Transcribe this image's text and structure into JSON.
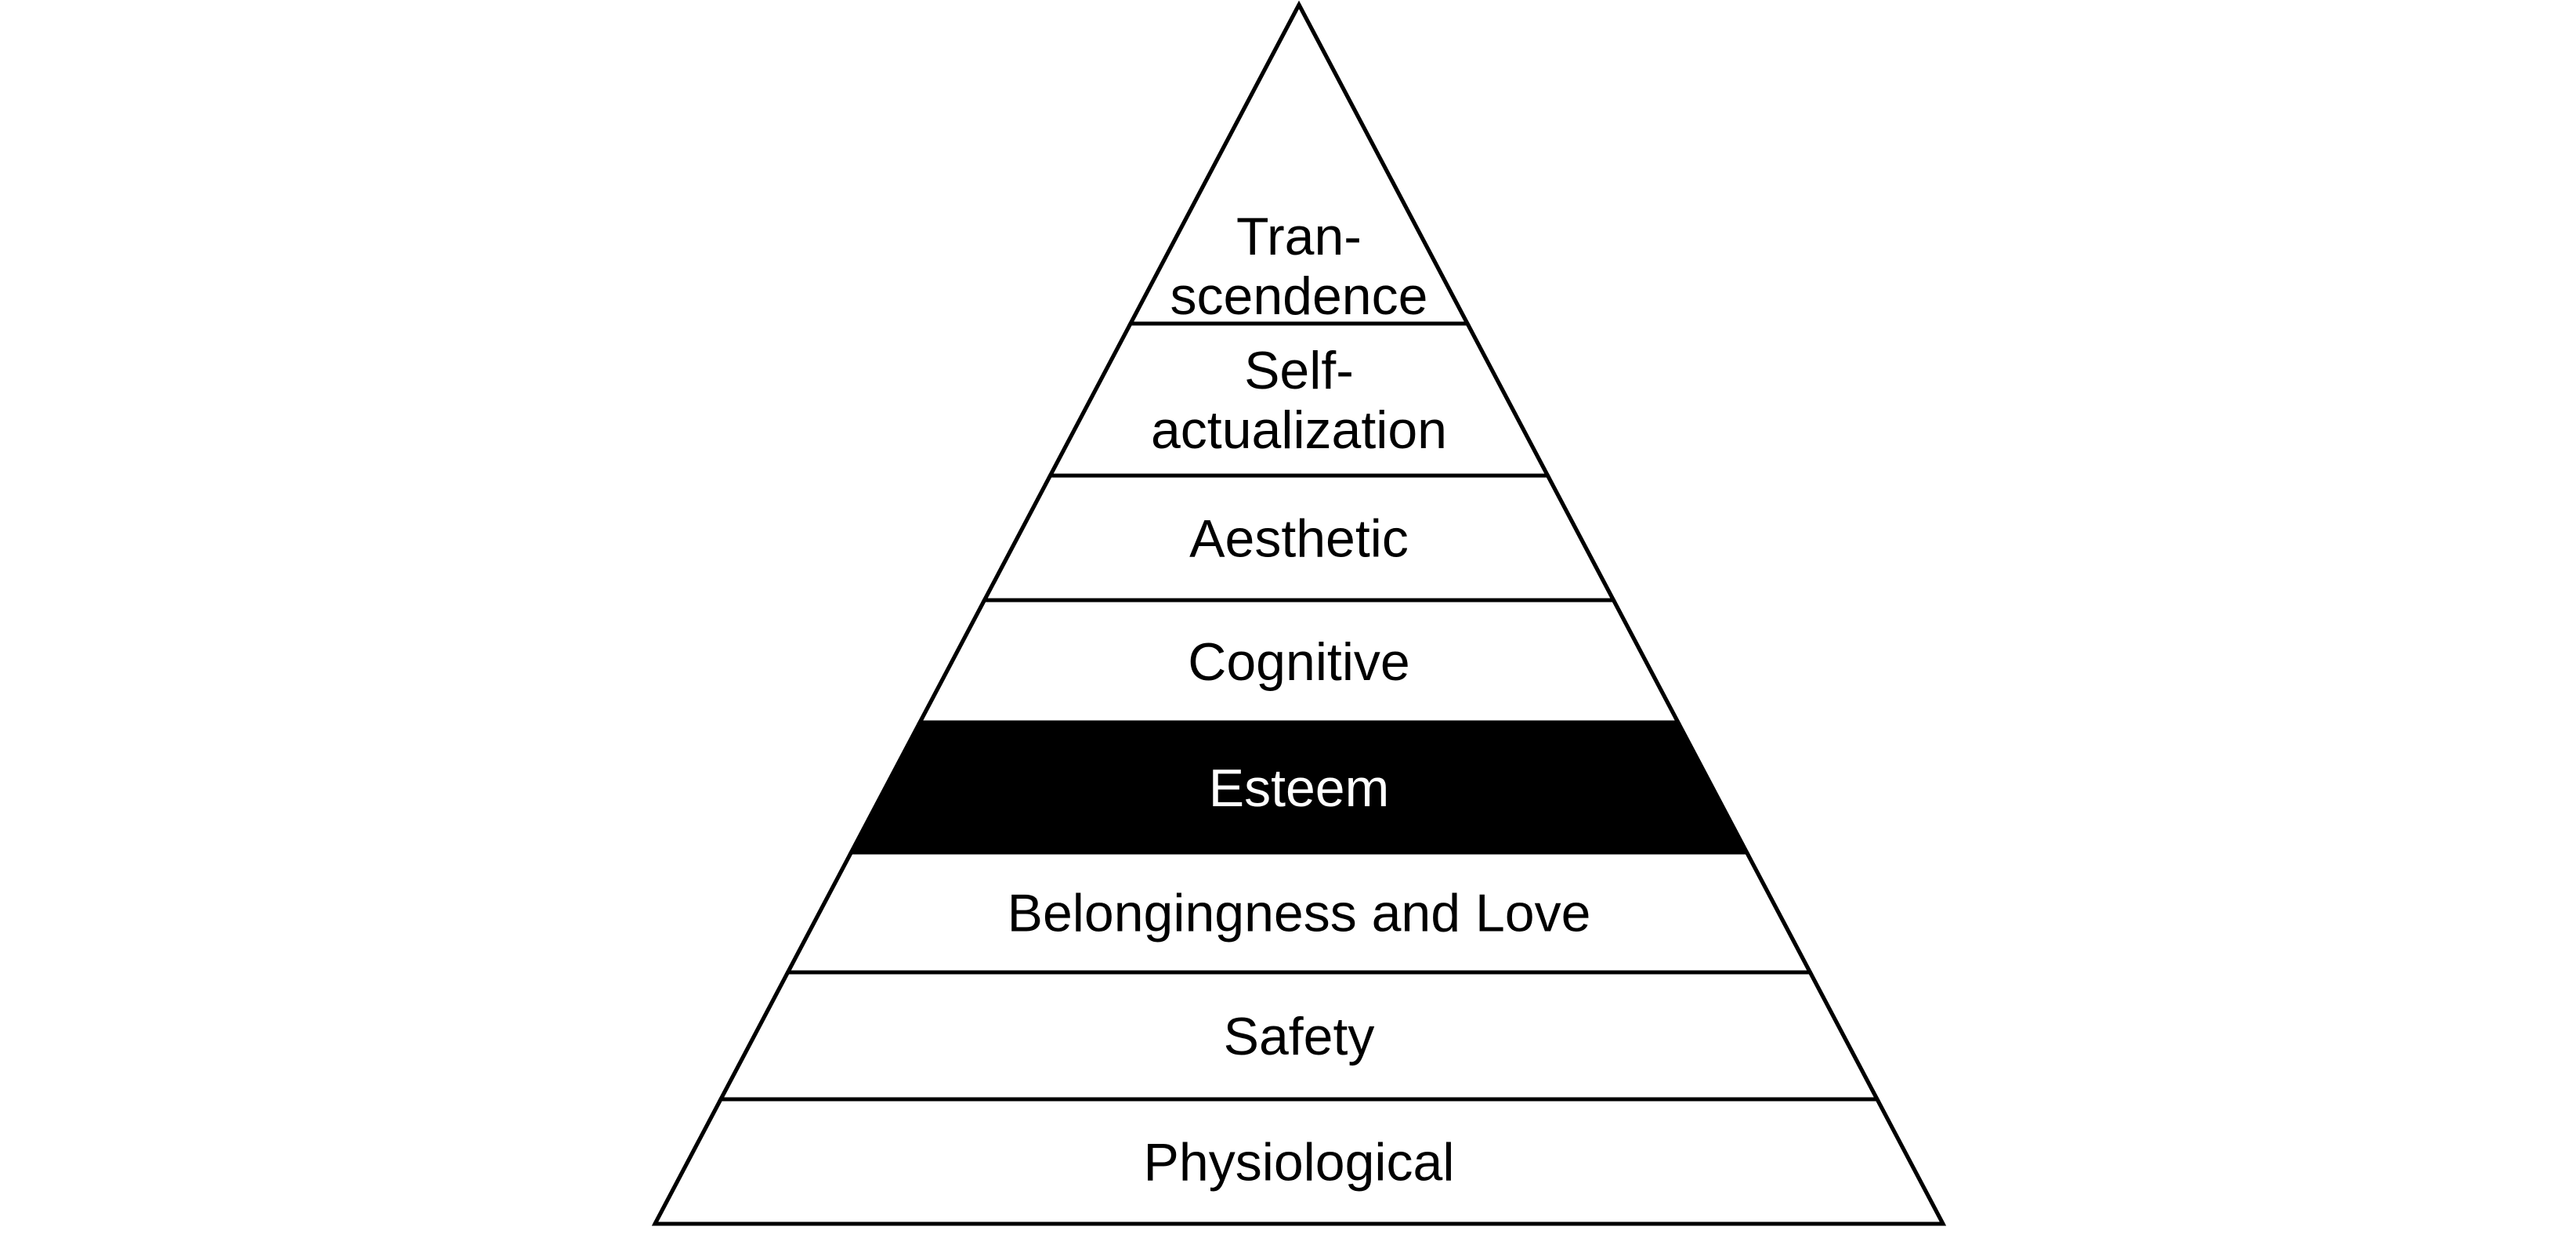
{
  "diagram": {
    "type": "pyramid",
    "colors": {
      "background": "#ffffff",
      "outline": "#000000",
      "highlight_fill": "#000000",
      "highlight_text": "#ffffff",
      "text": "#000000"
    },
    "levels_top_to_bottom": [
      {
        "lines": [
          "Tran-",
          "scendence"
        ],
        "highlighted": false
      },
      {
        "lines": [
          "Self-",
          "actualization"
        ],
        "highlighted": false
      },
      {
        "lines": [
          "Aesthetic"
        ],
        "highlighted": false
      },
      {
        "lines": [
          "Cognitive"
        ],
        "highlighted": false
      },
      {
        "lines": [
          "Esteem"
        ],
        "highlighted": true
      },
      {
        "lines": [
          "Belongingness and Love"
        ],
        "highlighted": false
      },
      {
        "lines": [
          "Safety"
        ],
        "highlighted": false
      },
      {
        "lines": [
          "Physiological"
        ],
        "highlighted": false
      }
    ]
  }
}
